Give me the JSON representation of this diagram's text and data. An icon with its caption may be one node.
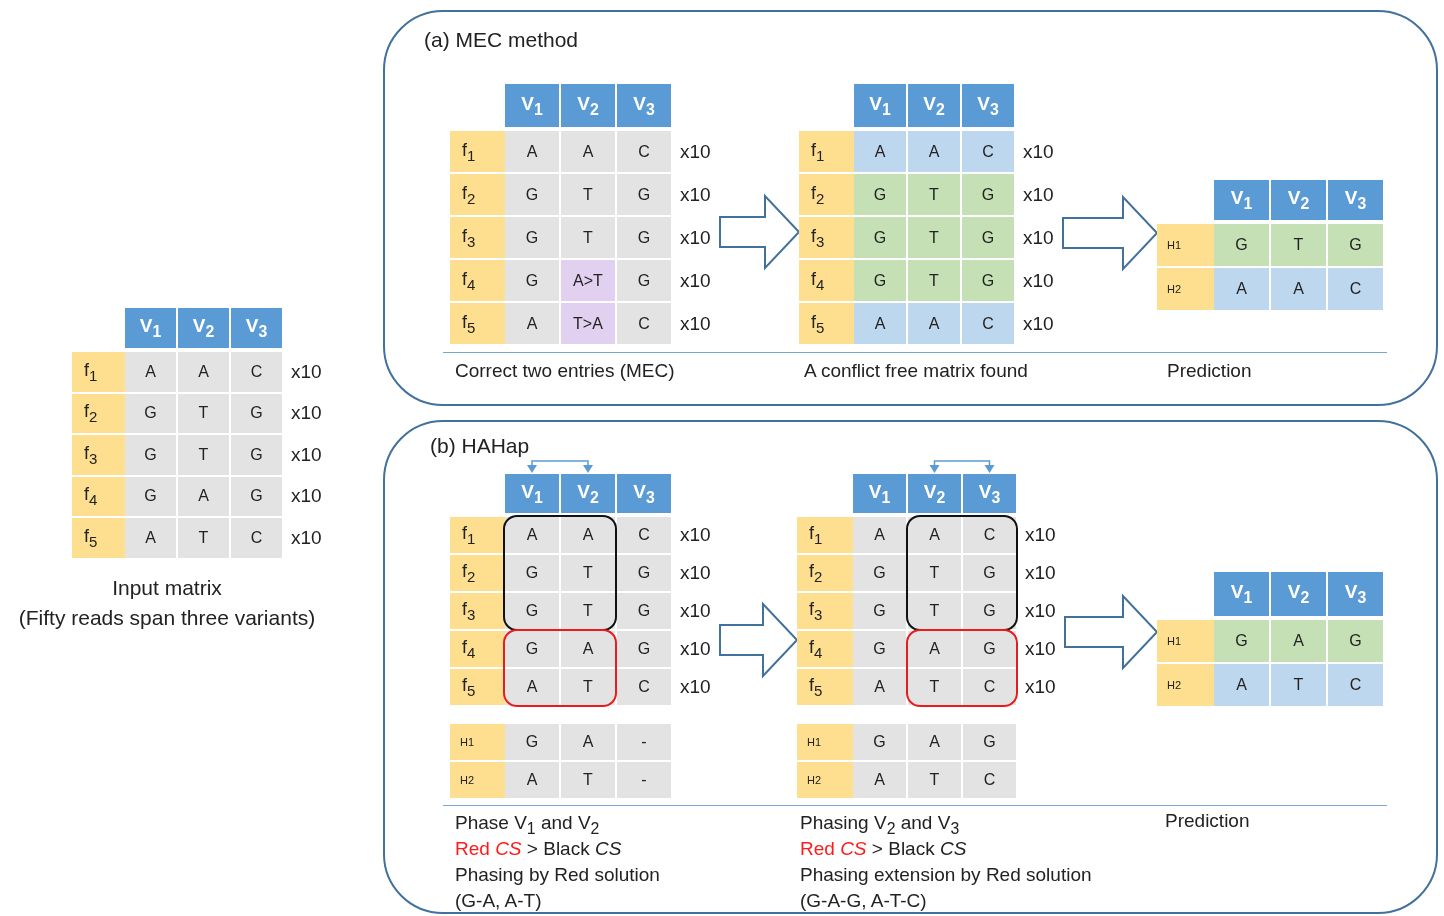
{
  "diagram": {
    "nodes": [
      {
        "text": [
          "V$_{1}$",
          "V$_{2}$",
          "V$_{3}$",
          "f$_{1}$",
          "A",
          "A",
          "C",
          "x10",
          "f$_{2}$",
          "G",
          "T",
          "G",
          "x10",
          "f$_{3}$",
          "G",
          "T",
          "G",
          "x10",
          "f$_{4}$",
          "G",
          "A",
          "G",
          "x10",
          "f$_{5}$",
          "A",
          "T",
          "C",
          "x10"
        ],
        "beside": [
          "Input matrix",
          "(Fifty reads span three variants)"
        ]
      },
      {
        "text": [
          "(a) MEC method"
        ]
      },
      {
        "text": [
          "V$_{1}$",
          "V$_{2}$",
          "V$_{3}$",
          "f$_{1}$",
          "A",
          "A",
          "C",
          "x10",
          "f$_{2}$",
          "G",
          "T",
          "G",
          "x10",
          "f$_{3}$",
          "G",
          "T",
          "G",
          "x10",
          "f$_{4}$",
          "G",
          "A>T",
          "G",
          "x10",
          "f$_{5}$",
          "A",
          "T>A",
          "C",
          "x10"
        ],
        "in": 1,
        "beside": [
          "Correct two entries (MEC)"
        ]
      },
      {
        "text": [
          "V$_{1}$",
          "V$_{2}$",
          "V$_{3}$",
          "f$_{1}$",
          "A",
          "A",
          "C",
          "x10",
          "f$_{2}$",
          "G",
          "T",
          "G",
          "x10",
          "f$_{3}$",
          "G",
          "T",
          "G",
          "x10",
          "f$_{4}$",
          "G",
          "T",
          "G",
          "x10",
          "f$_{5}$",
          "A",
          "A",
          "C",
          "x10"
        ],
        "in": 1,
        "beside": [
          "A conflict free matrix found"
        ]
      },
      {
        "text": [
          "V$_{1}$",
          "V$_{2}$",
          "V$_{3}$",
          "H1",
          "G",
          "T",
          "G",
          "H2",
          "A",
          "A",
          "C"
        ],
        "in": 1,
        "beside": [
          "Prediction"
        ]
      },
      {
        "text": [
          "(b) HAHap"
        ]
      },
      {
        "text": [
          "V$_{1}$",
          "V$_{2}$",
          "V$_{3}$",
          "f$_{1}$",
          "A",
          "A",
          "C",
          "x10",
          "f$_{2}$",
          "G",
          "T",
          "G",
          "x10",
          "f$_{3}$",
          "G",
          "T",
          "G",
          "x10",
          "f$_{4}$",
          "G",
          "A",
          "G",
          "x10",
          "f$_{5}$",
          "A",
          "T",
          "C",
          "x10"
        ],
        "in": 5
      },
      {
        "text": [
          "H1",
          "G",
          "A",
          "-",
          "H2",
          "A",
          "T",
          "-"
        ],
        "in": 5,
        "beside": [
          "Phase V$_{1}$ and V$_{2}$",
          "Red *CS* > Black *CS*",
          "Phasing by Red solution",
          "(G-A, A-T)"
        ]
      },
      {
        "text": [
          "V$_{1}$",
          "V$_{2}$",
          "V$_{3}$",
          "f$_{1}$",
          "A",
          "A",
          "C",
          "x10",
          "f$_{2}$",
          "G",
          "T",
          "G",
          "x10",
          "f$_{3}$",
          "G",
          "T",
          "G",
          "x10",
          "f$_{4}$",
          "G",
          "A",
          "G",
          "x10",
          "f$_{5}$",
          "A",
          "T",
          "C",
          "x10"
        ],
        "in": 5
      },
      {
        "text": [
          "H1",
          "G",
          "A",
          "G",
          "H2",
          "A",
          "T",
          "C"
        ],
        "in": 5,
        "beside": [
          "Phasing V$_{2}$ and V$_{3}$",
          "Red *CS* > Black *CS*",
          "Phasing extension by Red solution",
          "(G-A-G, A-T-C)"
        ]
      },
      {
        "text": [
          "V$_{1}$",
          "V$_{2}$",
          "V$_{3}$",
          "H1",
          "G",
          "A",
          "G",
          "H2",
          "A",
          "T",
          "C"
        ],
        "in": 5
      }
    ],
    "labels": [
      "Prediction"
    ],
    "edges": [
      {
        "from": 2,
        "to": 3,
        "arrow": "to"
      },
      {
        "from": 3,
        "to": 4,
        "arrow": "to"
      },
      {
        "from": 6,
        "to": 8,
        "arrow": "to"
      },
      {
        "from": 8,
        "to": 10,
        "arrow": "to"
      }
    ]
  }
}
